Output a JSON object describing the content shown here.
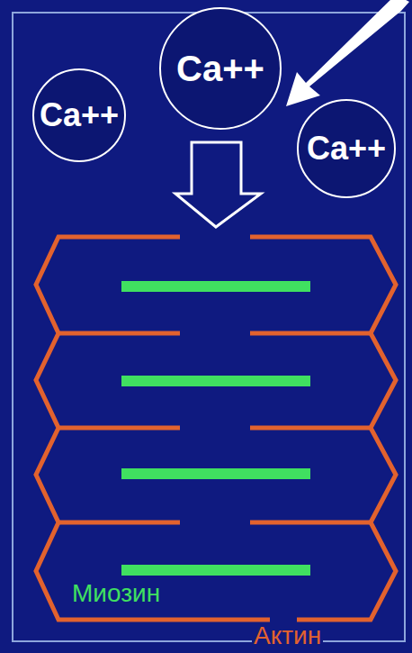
{
  "diagram": {
    "nodes": [
      {
        "text": [
          "Ca++"
        ]
      },
      {
        "text": [
          "Ca++"
        ]
      },
      {
        "text": [
          "Ca++"
        ]
      }
    ],
    "labels": [
      "Миозин",
      "Актин"
    ]
  }
}
